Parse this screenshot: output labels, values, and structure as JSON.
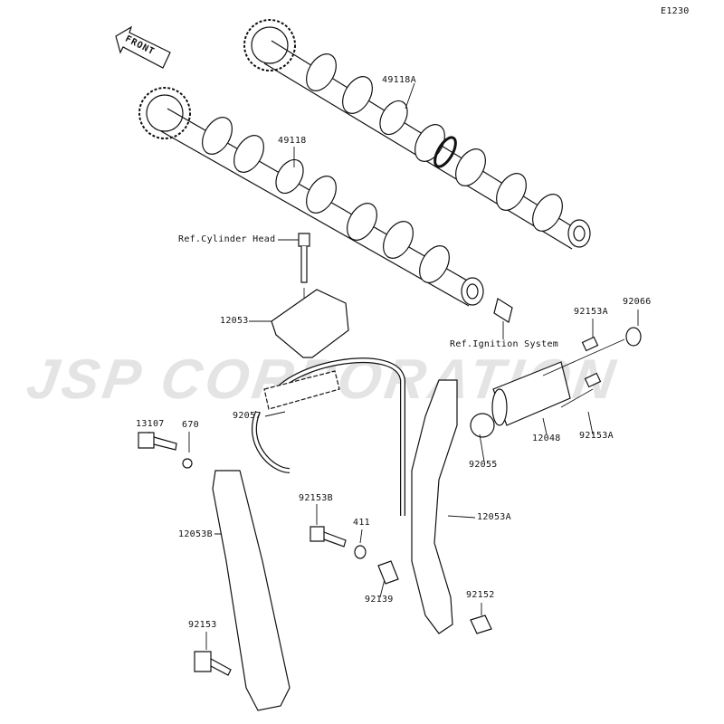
{
  "diagram_code": "E1230",
  "watermark": "JSP CORPORATION",
  "front_label": "FRONT",
  "labels": {
    "camshaft_intake": "49118A",
    "camshaft_exhaust": "49118",
    "ref_cylinder_head": "Ref.Cylinder Head",
    "guide_12053": "12053",
    "bolt_92153a_top": "92153A",
    "gasket_92066": "92066",
    "ref_ignition": "Ref.Ignition System",
    "bolt_92153a_bottom": "92153A",
    "tensioner_12048": "12048",
    "oring_92055": "92055",
    "bolt_13107": "13107",
    "oring_670": "670",
    "chain_92057": "92057",
    "guide_12053b": "12053B",
    "bolt_92153b": "92153B",
    "washer_411": "411",
    "collar_92139": "92139",
    "guide_12053a": "12053A",
    "collar_92152": "92152",
    "bolt_92153": "92153"
  }
}
